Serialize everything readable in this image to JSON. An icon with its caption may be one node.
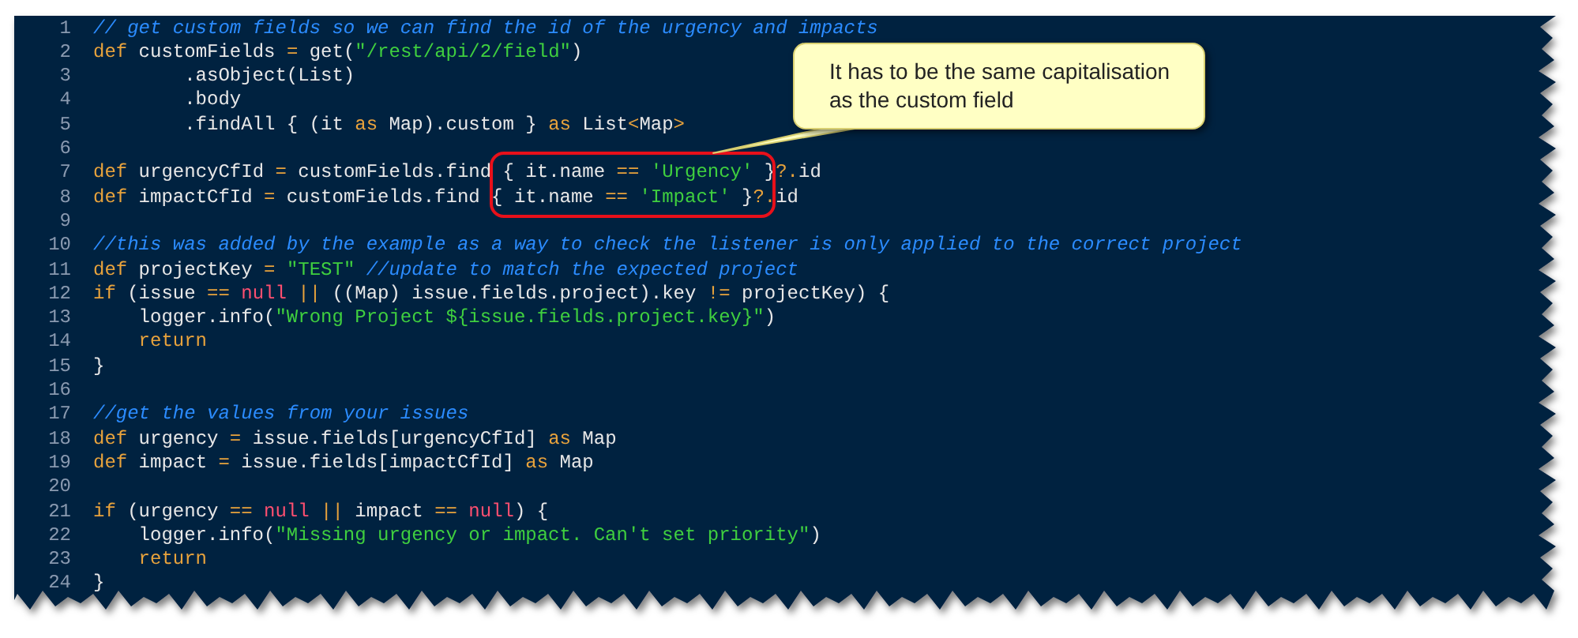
{
  "diagram": {
    "nodes": [
      {
        "text": [
          "It has to be the same capitalisation as the custom field"
        ]
      },
      {
        "text": [],
        "shape": "box"
      }
    ],
    "edges": [
      {
        "from": 0,
        "to": 1,
        "arrow": "none"
      }
    ],
    "labels": [
      "1",
      "// get custom fields so we can find the id of the urgency and impacts",
      "2",
      "def customFields = get(\"/rest/api/2/field\")",
      "3",
      ".asObject(List)",
      "4",
      ".body",
      "5",
      ".findAll { (it as Map).custom } as List<Map>",
      "6",
      "7",
      "def urgencyCfId = customFields.find { it.name == 'Urgency' }?.id",
      "8",
      "def impactCfId = customFields.find { it.name == 'Impact' }?.id",
      "9",
      "10",
      "//this was added by the example as a way to check the listener is only applied to the correct project",
      "11",
      "def projectKey = \"TEST\" //update to match the expected project",
      "12",
      "if (issue == null || ((Map) issue.fields.project).key != projectKey) {",
      "13",
      "logger.info(\"Wrong Project ${issue.fields.project.key}\")",
      "14",
      "return",
      "15",
      "}",
      "16",
      "17",
      "//get the values from your issues",
      "18",
      "def urgency = issue.fields[urgencyCfId] as Map",
      "19",
      "def impact = issue.fields[impactCfId] as Map",
      "20",
      "21",
      "if (urgency == null || impact == null) {",
      "22",
      "logger.info(\"Missing urgency or impact. Can't set priority\")",
      "23",
      "return",
      "24",
      "}"
    ]
  }
}
